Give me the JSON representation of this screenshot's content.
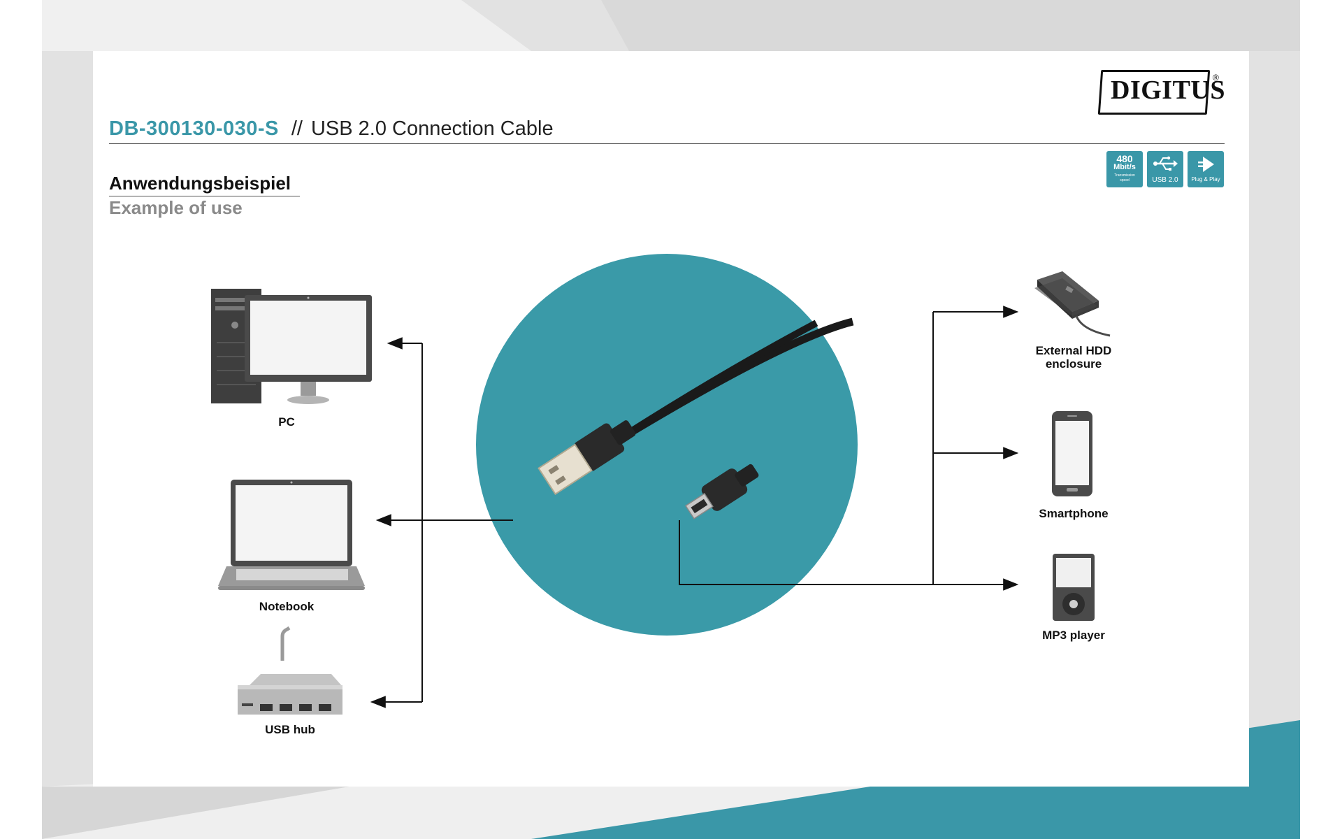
{
  "header": {
    "product_code": "DB-300130-030-S",
    "separator": "//",
    "product_name": "USB 2.0 Connection Cable",
    "logo": "DIGITUS",
    "logo_mark": "®"
  },
  "section": {
    "title_de": "Anwendungsbeispiel",
    "title_en": "Example of use"
  },
  "badges": [
    {
      "icon": "speed-icon",
      "line1": "480",
      "line2": "Mbit/s",
      "line3": "Transmission speed"
    },
    {
      "icon": "usb-icon",
      "label": "USB 2.0"
    },
    {
      "icon": "plug-and-play-icon",
      "label": "Plug & Play"
    }
  ],
  "devices_left": [
    {
      "icon": "pc-icon",
      "label": "PC"
    },
    {
      "icon": "notebook-icon",
      "label": "Notebook"
    },
    {
      "icon": "usb-hub-icon",
      "label": "USB hub"
    }
  ],
  "devices_right": [
    {
      "icon": "external-hdd-icon",
      "label": "External HDD enclosure",
      "label_line1": "External HDD",
      "label_line2": "enclosure"
    },
    {
      "icon": "smartphone-icon",
      "label": "Smartphone"
    },
    {
      "icon": "mp3-player-icon",
      "label": "MP3 player"
    }
  ],
  "cable": {
    "icon": "usb-cable-icon",
    "connector_a": "usb-a-plug-icon",
    "connector_b": "mini-usb-plug-icon"
  },
  "colors": {
    "accent": "#3a97a8",
    "circle": "#3a9aa8",
    "text": "#111111",
    "muted": "#8a8a8a",
    "device_gray": "#4a4a4a"
  }
}
